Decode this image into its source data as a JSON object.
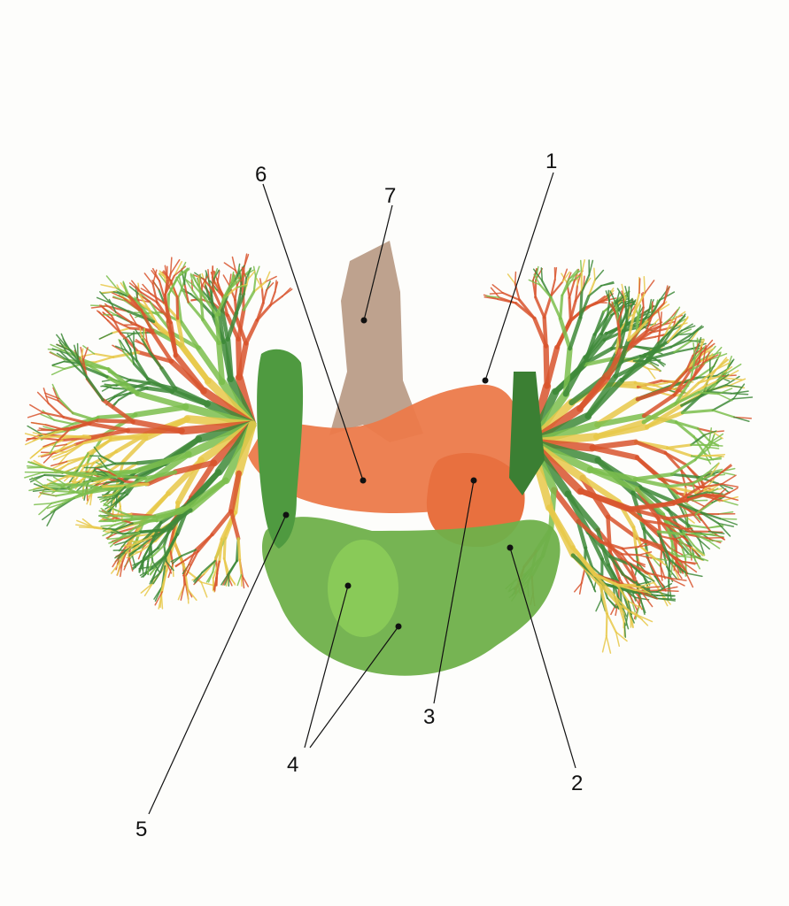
{
  "figure": {
    "labels": [
      "1",
      "2",
      "3",
      "4",
      "5",
      "6",
      "7"
    ],
    "colors": {
      "artery": "#d9552e",
      "vein_dark": "#3f8a3a",
      "vein_light": "#7cbf4e",
      "bronchus": "#e8c94a",
      "trachea": "#b89a84",
      "aorta": "#ec7a4a",
      "organ": "#6fb04a"
    }
  }
}
